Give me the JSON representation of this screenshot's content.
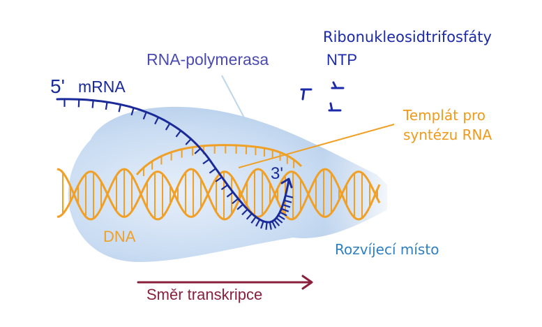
{
  "labels": {
    "polymerase": "RNA-polymerasa",
    "five_prime": "5'",
    "mrna": "mRNA",
    "ntp_title": "Ribonukleosidtrifosfáty",
    "ntp": "NTP",
    "template_line1": "Templát pro",
    "template_line2": "syntézu RNA",
    "three_prime": "3'",
    "dna": "DNA",
    "unwinding": "Rozvíjecí místo",
    "direction": "Směr transkripce"
  },
  "colors": {
    "dna_strand": "#f0a026",
    "mrna_strand": "#1b2a99",
    "polymerase_label": "#4a4ab0",
    "polymerase_body": "#bcd3ee",
    "ntp_text": "#1b2aa8",
    "template_text": "#f09a1a",
    "unwinding_text": "#2f7fc1",
    "dna_text": "#f0a026",
    "direction_text": "#8a1f3c",
    "direction_arrow": "#8a1f3c"
  }
}
